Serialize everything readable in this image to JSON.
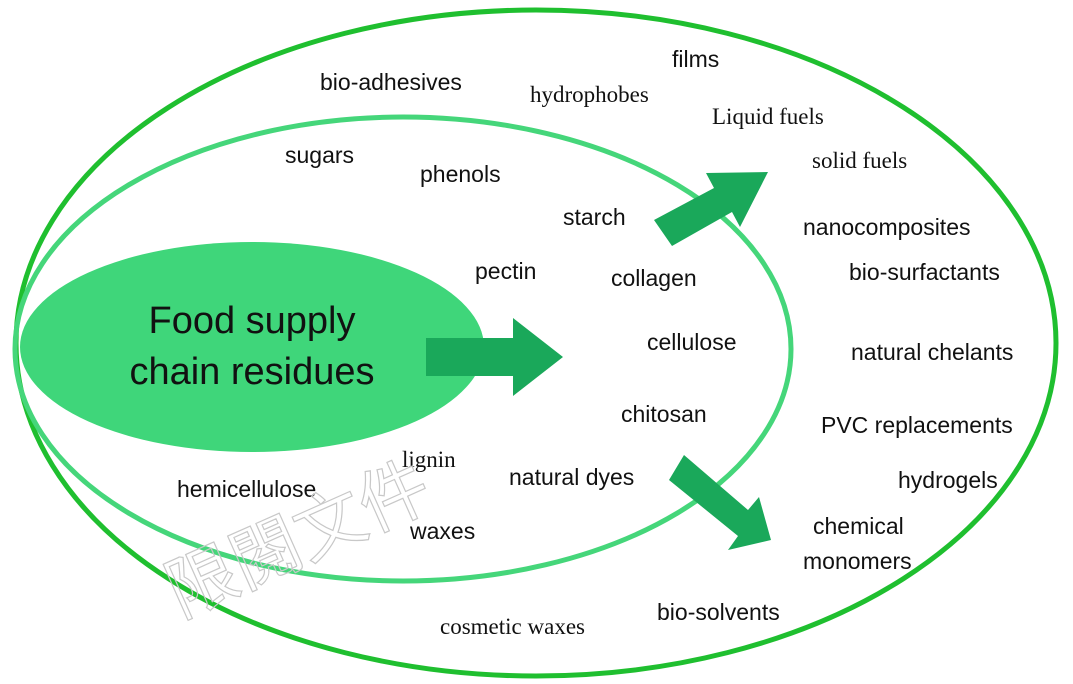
{
  "colors": {
    "outer_ring": "#1fbf2f",
    "inner_ring": "#45d67a",
    "core_fill": "#3fd67a",
    "arrow_fill": "#1aa85a"
  },
  "core": {
    "line1": "Food supply",
    "line2": "chain residues"
  },
  "inner_items": [
    {
      "id": "sugars",
      "label": "sugars"
    },
    {
      "id": "phenols",
      "label": "phenols"
    },
    {
      "id": "starch",
      "label": "starch"
    },
    {
      "id": "pectin",
      "label": "pectin"
    },
    {
      "id": "collagen",
      "label": "collagen"
    },
    {
      "id": "cellulose",
      "label": "cellulose"
    },
    {
      "id": "chitosan",
      "label": "chitosan"
    },
    {
      "id": "lignin",
      "label": "lignin"
    },
    {
      "id": "natural-dyes",
      "label": "natural dyes"
    },
    {
      "id": "hemicellulose",
      "label": "hemicellulose"
    },
    {
      "id": "waxes",
      "label": "waxes"
    }
  ],
  "outer_items": [
    {
      "id": "bio-adhesives",
      "label": "bio-adhesives"
    },
    {
      "id": "hydrophobes",
      "label": "hydrophobes"
    },
    {
      "id": "films",
      "label": "films"
    },
    {
      "id": "liquid-fuels",
      "label": "Liquid fuels"
    },
    {
      "id": "solid-fuels",
      "label": "solid fuels"
    },
    {
      "id": "nanocomposites",
      "label": "nanocomposites"
    },
    {
      "id": "bio-surfactants",
      "label": "bio-surfactants"
    },
    {
      "id": "natural-chelants",
      "label": "natural chelants"
    },
    {
      "id": "pvc-replacements",
      "label": "PVC replacements"
    },
    {
      "id": "hydrogels",
      "label": "hydrogels"
    },
    {
      "id": "chemical-monomers-1",
      "label": "chemical"
    },
    {
      "id": "chemical-monomers-2",
      "label": "monomers"
    },
    {
      "id": "bio-solvents",
      "label": "bio-solvents"
    },
    {
      "id": "cosmetic-waxes",
      "label": "cosmetic waxes"
    }
  ],
  "watermark": "限閱文件"
}
